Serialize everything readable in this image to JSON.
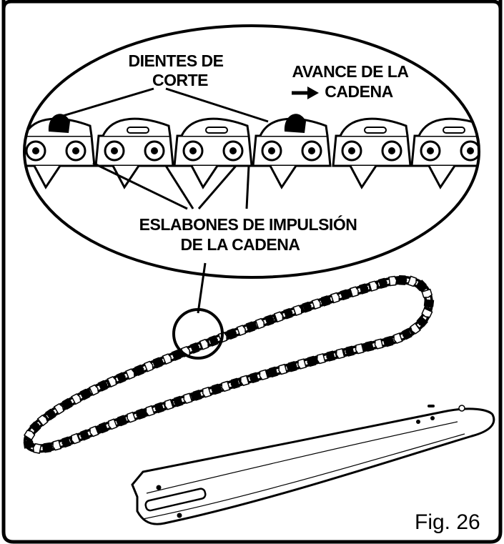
{
  "labels": {
    "cutting_teeth_line1": "DIENTES DE",
    "cutting_teeth_line2": "CORTE",
    "chain_travel_line1": "AVANCE DE LA",
    "chain_travel_line2": "CADENA",
    "drive_links_line1": "ESLABONES DE IMPULSIÓN",
    "drive_links_line2": "DE LA CADENA"
  },
  "figure_label": "Fig. 26",
  "icons": {
    "direction": "right-arrow-icon"
  }
}
